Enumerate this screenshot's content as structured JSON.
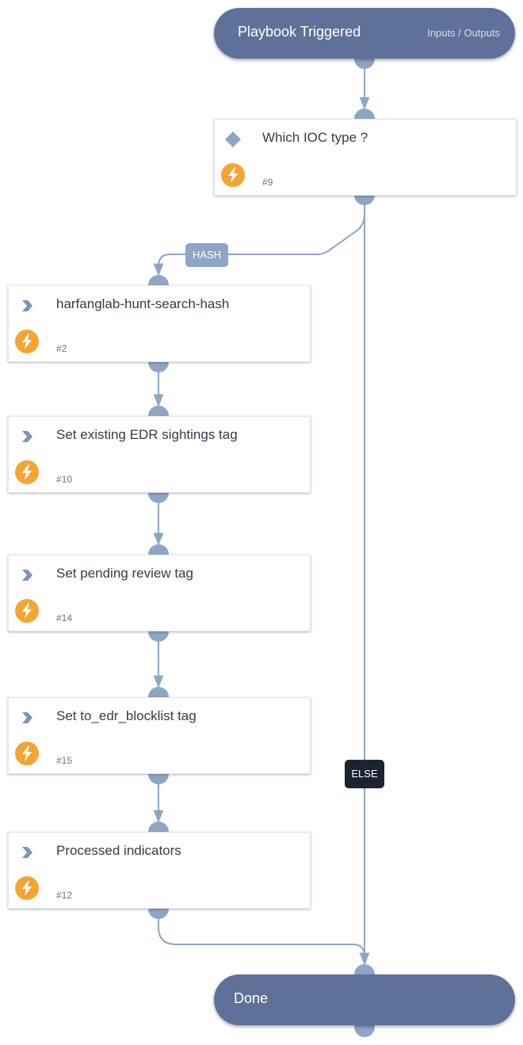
{
  "start": {
    "title": "Playbook Triggered",
    "io_link": "Inputs / Outputs"
  },
  "nodes": [
    {
      "label": "Which IOC type ?",
      "num": "#9",
      "kind": "condition"
    },
    {
      "label": "harfanglab-hunt-search-hash",
      "num": "#2",
      "kind": "task"
    },
    {
      "label": "Set existing EDR sightings tag",
      "num": "#10",
      "kind": "task"
    },
    {
      "label": "Set pending review tag",
      "num": "#14",
      "kind": "task"
    },
    {
      "label": "Set to_edr_blocklist tag",
      "num": "#15",
      "kind": "task"
    },
    {
      "label": "Processed indicators",
      "num": "#12",
      "kind": "task"
    }
  ],
  "branches": {
    "hash": "HASH",
    "else": "ELSE"
  },
  "end": {
    "title": "Done"
  },
  "colors": {
    "terminal": "#5f7199",
    "connector": "#8fa5c4",
    "automation_badge": "#f4a531",
    "else_tag": "#1c2431"
  },
  "icons": {
    "condition": "diamond-icon",
    "task": "chevron-right-icon",
    "automation": "lightning-bolt-icon"
  }
}
